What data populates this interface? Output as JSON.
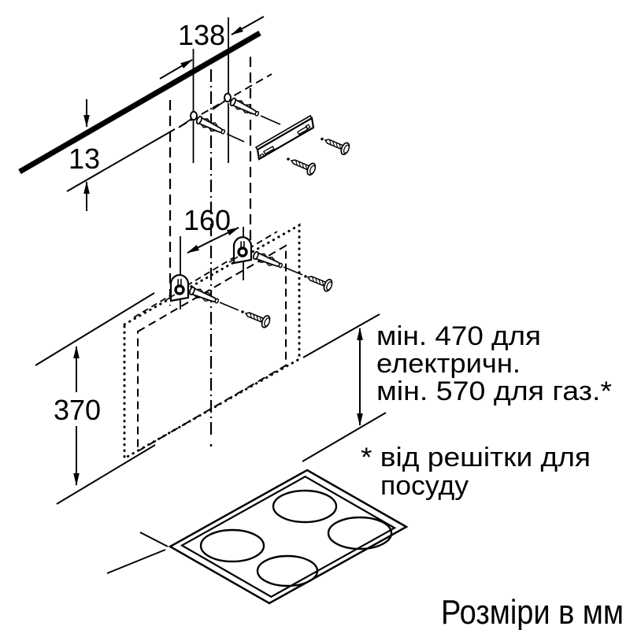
{
  "diagram": {
    "title_hint": "cooker-hood wall mounting dimensions drawing",
    "dim_labels": {
      "ceiling_hole_spacing": "138",
      "rail_offset": "13",
      "bracket_hole_spacing": "160",
      "hood_body_height": "370"
    },
    "clearance_note": {
      "line1": "мін. 470 для",
      "line2": "електричн.",
      "line3": "мін. 570 для газ.*"
    },
    "footnote": {
      "line1": "* від решітки для",
      "line2": "посуду"
    },
    "units_note": "Розміри в мм",
    "colors": {
      "ink": "#000000",
      "paper": "#ffffff"
    }
  }
}
